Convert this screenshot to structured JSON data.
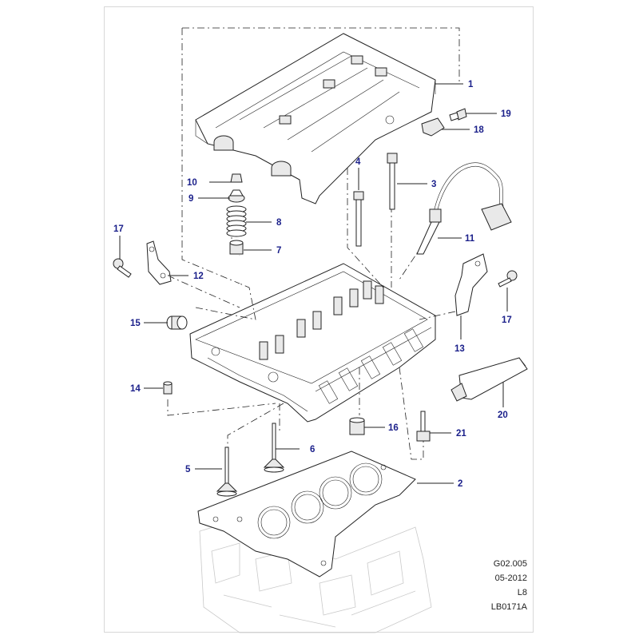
{
  "diagram": {
    "callouts": {
      "c1": "1",
      "c2": "2",
      "c3": "3",
      "c4": "4",
      "c5": "5",
      "c6": "6",
      "c7": "7",
      "c8": "8",
      "c9": "9",
      "c10": "10",
      "c11": "11",
      "c12": "12",
      "c13": "13",
      "c14": "14",
      "c15": "15",
      "c16": "16",
      "c17a": "17",
      "c17b": "17",
      "c18": "18",
      "c19": "19",
      "c20": "20",
      "c21": "21"
    },
    "reference": {
      "code": "G02.005",
      "date": "05-2012",
      "model": "L8",
      "illustration": "LB0171A"
    },
    "colors": {
      "callout_text": "#1a1f8a",
      "line": "#222222",
      "ghost": "#c9c9c9"
    }
  }
}
